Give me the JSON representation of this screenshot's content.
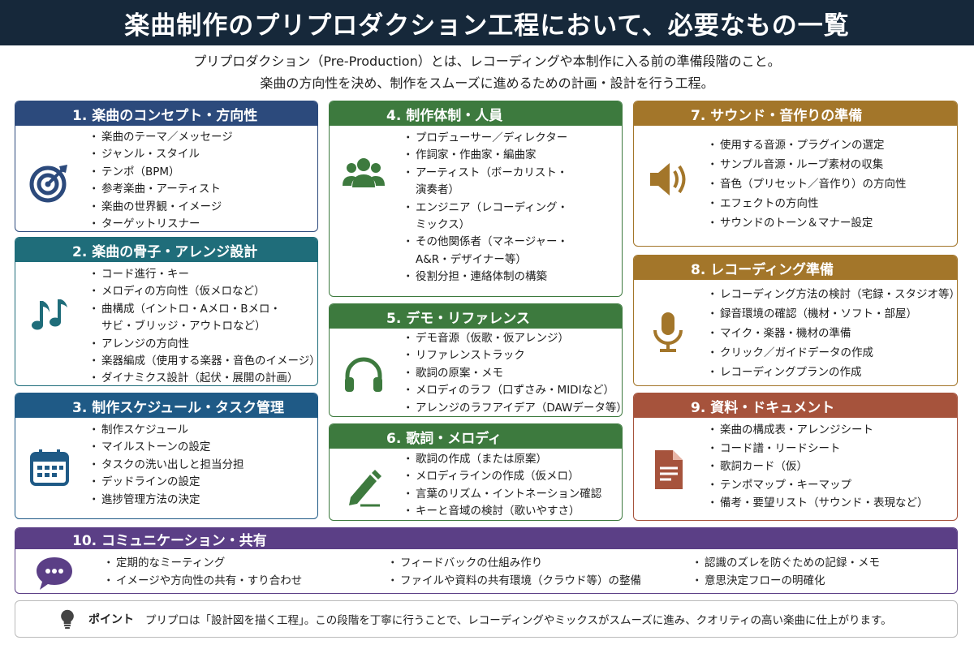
{
  "title": "楽曲制作のプリプロダクション工程において、必要なもの一覧",
  "intro": {
    "line1": "プリプロダクション（Pre-Production）とは、レコーディングや本制作に入る前の準備段階のこと。",
    "line2": "楽曲の方向性を決め、制作をスムーズに進めるための計画・設計を行う工程。"
  },
  "colors": {
    "blue": "#2c4a7c",
    "teal": "#1f6d7a",
    "navy": "#1f5a86",
    "green": "#3d7a3e",
    "gold": "#a3762a",
    "rust": "#a6533c",
    "purple": "#5b3f86",
    "title_bg": "#16283a"
  },
  "cards": {
    "c1": {
      "heading": "1. 楽曲のコンセプト・方向性",
      "icon": "target-icon",
      "items": [
        "楽曲のテーマ／メッセージ",
        "ジャンル・スタイル",
        "テンポ（BPM）",
        "参考楽曲・アーティスト",
        "楽曲の世界観・イメージ",
        "ターゲットリスナー"
      ]
    },
    "c2": {
      "heading": "2. 楽曲の骨子・アレンジ設計",
      "icon": "music-notes-icon",
      "items": [
        "コード進行・キー",
        "メロディの方向性（仮メロなど）",
        "曲構成（イントロ・Aメロ・Bメロ・",
        "サビ・ブリッジ・アウトロなど）",
        "アレンジの方向性",
        "楽器編成（使用する楽器・音色のイメージ）",
        "ダイナミクス設計（起伏・展開の計画）"
      ]
    },
    "c3": {
      "heading": "3. 制作スケジュール・タスク管理",
      "icon": "calendar-icon",
      "items": [
        "制作スケジュール",
        "マイルストーンの設定",
        "タスクの洗い出しと担当分担",
        "デッドラインの設定",
        "進捗管理方法の決定"
      ]
    },
    "c4": {
      "heading": "4. 制作体制・人員",
      "icon": "people-icon",
      "items": [
        "プロデューサー／ディレクター",
        "作詞家・作曲家・編曲家",
        "アーティスト（ボーカリスト・",
        "演奏者）",
        "エンジニア（レコーディング・",
        "ミックス）",
        "その他関係者（マネージャー・",
        "A&R・デザイナー等）",
        "役割分担・連絡体制の構築"
      ]
    },
    "c5": {
      "heading": "5. デモ・リファレンス",
      "icon": "headphones-icon",
      "items": [
        "デモ音源（仮歌・仮アレンジ）",
        "リファレンストラック",
        "歌詞の原案・メモ",
        "メロディのラフ（口ずさみ・MIDIなど）",
        "アレンジのラフアイデア（DAWデータ等）"
      ]
    },
    "c6": {
      "heading": "6. 歌詞・メロディ",
      "icon": "pencil-icon",
      "items": [
        "歌詞の作成（または原案）",
        "メロディラインの作成（仮メロ）",
        "言葉のリズム・イントネーション確認",
        "キーと音域の検討（歌いやすさ）"
      ]
    },
    "c7": {
      "heading": "7. サウンド・音作りの準備",
      "icon": "speaker-icon",
      "items": [
        "使用する音源・プラグインの選定",
        "サンプル音源・ループ素材の収集",
        "音色（プリセット／音作り）の方向性",
        "エフェクトの方向性",
        "サウンドのトーン＆マナー設定"
      ]
    },
    "c8": {
      "heading": "8. レコーディング準備",
      "icon": "microphone-icon",
      "items": [
        "レコーディング方法の検討（宅録・スタジオ等）",
        "録音環境の確認（機材・ソフト・部屋）",
        "マイク・楽器・機材の準備",
        "クリック／ガイドデータの作成",
        "レコーディングプランの作成"
      ]
    },
    "c9": {
      "heading": "9. 資料・ドキュメント",
      "icon": "document-icon",
      "items": [
        "楽曲の構成表・アレンジシート",
        "コード譜・リードシート",
        "歌詞カード（仮）",
        "テンポマップ・キーマップ",
        "備考・要望リスト（サウンド・表現など）"
      ]
    },
    "c10": {
      "heading": "10. コミュニケーション・共有",
      "icon": "chat-bubble-icon",
      "col1": [
        "定期的なミーティング",
        "イメージや方向性の共有・すり合わせ"
      ],
      "col2": [
        "フィードバックの仕組み作り",
        "ファイルや資料の共有環境（クラウド等）の整備"
      ],
      "col3": [
        "認識のズレを防ぐための記録・メモ",
        "意思決定フローの明確化"
      ]
    }
  },
  "point": {
    "label": "ポイント",
    "icon": "lightbulb-icon",
    "text": "プリプロは「設計図を描く工程」。この段階を丁寧に行うことで、レコーディングやミックスがスムーズに進み、クオリティの高い楽曲に仕上がります。"
  }
}
